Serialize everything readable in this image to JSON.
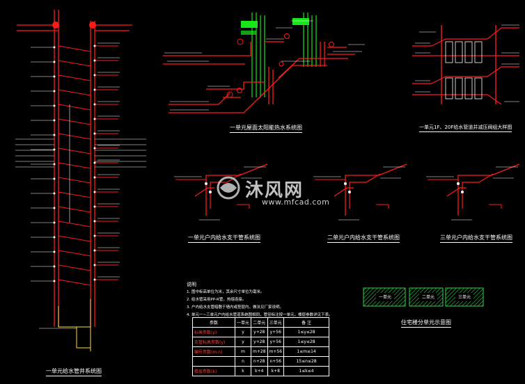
{
  "titles": {
    "riser_left": "一单元给水管井系统图",
    "solar_system": "一单元屋面太阳能热水系统图",
    "enlarged_detail": "一单元1F、20F给水管道并减压阀组大样图",
    "branch_unit1": "一单元户内给水支干管系统图",
    "branch_unit2": "二单元户内给水支干管系统图",
    "branch_unit3": "三单元户内给水支干管系统图",
    "partition": "住宅楼分单元示意图"
  },
  "notes": {
    "heading": "说明",
    "items": [
      "1. 图中标高单位为米，其余尺寸单位为毫米。",
      "2. 给水管采用PP-R管，热熔连接。",
      "3. 户内给水支管暗敷于墙内或垫层内，做法见厂家说明。",
      "4. 单元一~三单元户内给水管道系统图相同，管径标注按一单元，楼层参数详见下表。"
    ]
  },
  "param_table": {
    "corner": "参数",
    "headers": [
      "一单元",
      "二单元",
      "三单元",
      "备 注"
    ],
    "rows": [
      {
        "name": "标高参数(y)",
        "cells": [
          "y",
          "y+28",
          "y+56",
          "1≤y≤28"
        ]
      },
      {
        "name": "支管标高参数(y)",
        "cells": [
          "y",
          "y+28",
          "y+56",
          "1≤y≤28"
        ]
      },
      {
        "name": "编号参数(m,n)",
        "cells": [
          "m",
          "m+28",
          "m+56",
          "1≤m≤14"
        ]
      },
      {
        "name": "",
        "cells": [
          "n",
          "n+28",
          "n+56",
          "15≤n≤28"
        ]
      },
      {
        "name": "楼层参数(k)",
        "cells": [
          "k",
          "k+4",
          "k+8",
          "1≤k≤4"
        ]
      }
    ]
  },
  "units": [
    "一单元",
    "二单元",
    "三单元"
  ],
  "watermark": {
    "main": "沐风网",
    "url": "www.mfcad.com"
  },
  "colors": {
    "background": "#000000",
    "pipe_red": "#ff1a1a",
    "riser_green": "#19e619",
    "text": "#ffffff",
    "hatch_green": "#2fd24a",
    "marker_yellow": "#ffd84a"
  }
}
